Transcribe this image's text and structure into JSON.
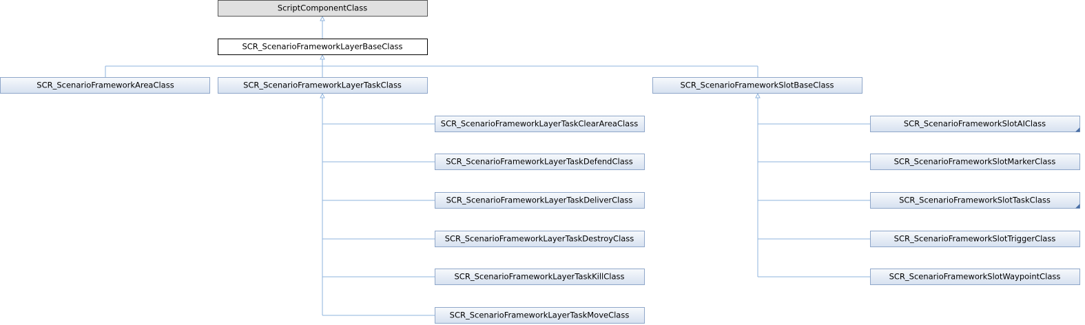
{
  "diagram": {
    "nodes": {
      "root": "ScriptComponentClass",
      "layer_base": "SCR_ScenarioFrameworkLayerBaseClass",
      "area": "SCR_ScenarioFrameworkAreaClass",
      "layer_task": "SCR_ScenarioFrameworkLayerTaskClass",
      "slot_base": "SCR_ScenarioFrameworkSlotBaseClass",
      "task_clear_area": "SCR_ScenarioFrameworkLayerTaskClearAreaClass",
      "task_defend": "SCR_ScenarioFrameworkLayerTaskDefendClass",
      "task_deliver": "SCR_ScenarioFrameworkLayerTaskDeliverClass",
      "task_destroy": "SCR_ScenarioFrameworkLayerTaskDestroyClass",
      "task_kill": "SCR_ScenarioFrameworkLayerTaskKillClass",
      "task_move": "SCR_ScenarioFrameworkLayerTaskMoveClass",
      "slot_ai": "SCR_ScenarioFrameworkSlotAIClass",
      "slot_marker": "SCR_ScenarioFrameworkSlotMarkerClass",
      "slot_task": "SCR_ScenarioFrameworkSlotTaskClass",
      "slot_trigger": "SCR_ScenarioFrameworkSlotTriggerClass",
      "slot_waypoint": "SCR_ScenarioFrameworkSlotWaypointClass"
    },
    "relations": [
      {
        "parent": "root",
        "child": "layer_base"
      },
      {
        "parent": "layer_base",
        "child": "area"
      },
      {
        "parent": "layer_base",
        "child": "layer_task"
      },
      {
        "parent": "layer_base",
        "child": "slot_base"
      },
      {
        "parent": "layer_task",
        "child": "task_clear_area"
      },
      {
        "parent": "layer_task",
        "child": "task_defend"
      },
      {
        "parent": "layer_task",
        "child": "task_deliver"
      },
      {
        "parent": "layer_task",
        "child": "task_destroy"
      },
      {
        "parent": "layer_task",
        "child": "task_kill"
      },
      {
        "parent": "layer_task",
        "child": "task_move"
      },
      {
        "parent": "slot_base",
        "child": "slot_ai"
      },
      {
        "parent": "slot_base",
        "child": "slot_marker"
      },
      {
        "parent": "slot_base",
        "child": "slot_task"
      },
      {
        "parent": "slot_base",
        "child": "slot_trigger"
      },
      {
        "parent": "slot_base",
        "child": "slot_waypoint"
      }
    ],
    "colors": {
      "node_fill_top": "#f7f9fc",
      "node_fill_bottom": "#d6e1f0",
      "node_border": "#8ea6c9",
      "edge": "#8eb3dd",
      "root_fill": "#e0e0e0",
      "current_border": "#000000",
      "has_more_corner": "#4a6fa5"
    }
  }
}
